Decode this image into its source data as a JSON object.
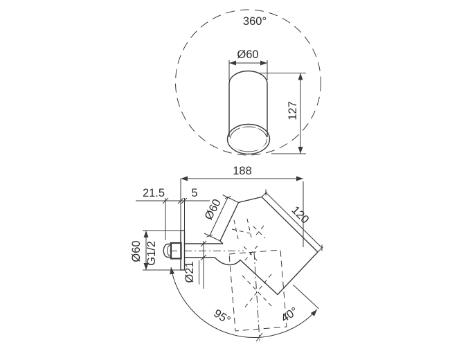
{
  "colors": {
    "line": "#3a3a3a",
    "text": "#2d2d2d",
    "nozzle_fill": "#101010",
    "background": "#ffffff"
  },
  "top_view": {
    "rotation": "360°",
    "head_diameter": "Ø60",
    "total_height": "127"
  },
  "side_view": {
    "reach": "188",
    "concealed_depth": "21.5",
    "plate_thickness": "5",
    "head_diameter": "Ø60",
    "head_length": "120",
    "plate_diameter": "Ø60",
    "thread": "G1/2",
    "arm_diameter": "Ø21",
    "swivel_angle": "95°",
    "tilt_angle": "40°"
  }
}
